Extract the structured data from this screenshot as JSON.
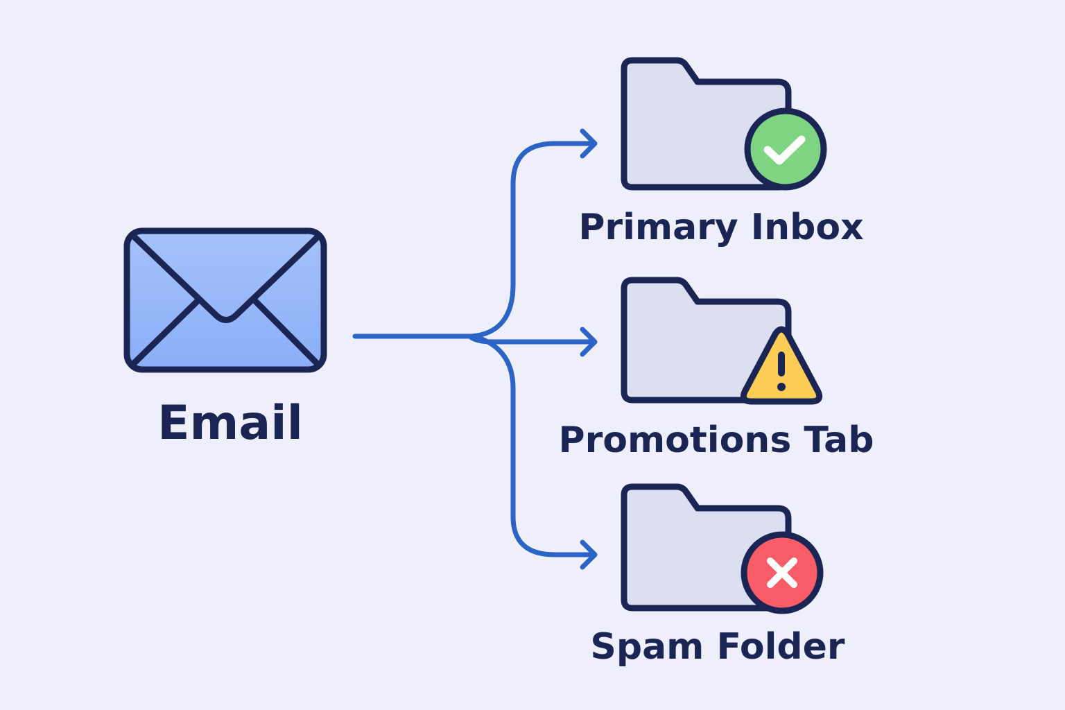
{
  "source": {
    "label": "Email",
    "icon": "envelope-icon"
  },
  "destinations": [
    {
      "label": "Primary Inbox",
      "icon": "check-icon",
      "status_color": "#7ed483"
    },
    {
      "label": "Promotions Tab",
      "icon": "warning-icon",
      "status_color": "#fbcd55"
    },
    {
      "label": "Spam Folder",
      "icon": "x-icon",
      "status_color": "#f85c67"
    }
  ],
  "colors": {
    "background": "#eeeffb",
    "ink": "#1b2553",
    "arrow": "#2c63c6",
    "envelope": "#9bbcf8",
    "folder": "#dcdff2"
  }
}
